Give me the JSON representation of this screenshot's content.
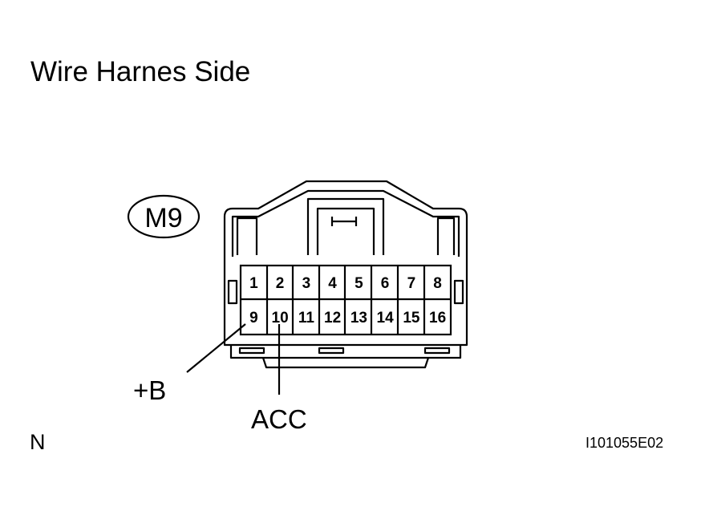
{
  "title": "Wire Harnes Side",
  "connector": {
    "id": "M9",
    "pins_top": [
      "1",
      "2",
      "3",
      "4",
      "5",
      "6",
      "7",
      "8"
    ],
    "pins_bottom": [
      "9",
      "10",
      "11",
      "12",
      "13",
      "14",
      "15",
      "16"
    ]
  },
  "callouts": {
    "plus_b": "+B",
    "acc": "ACC"
  },
  "footer": {
    "corner_letter": "N",
    "figure_id": "I101055E02"
  }
}
